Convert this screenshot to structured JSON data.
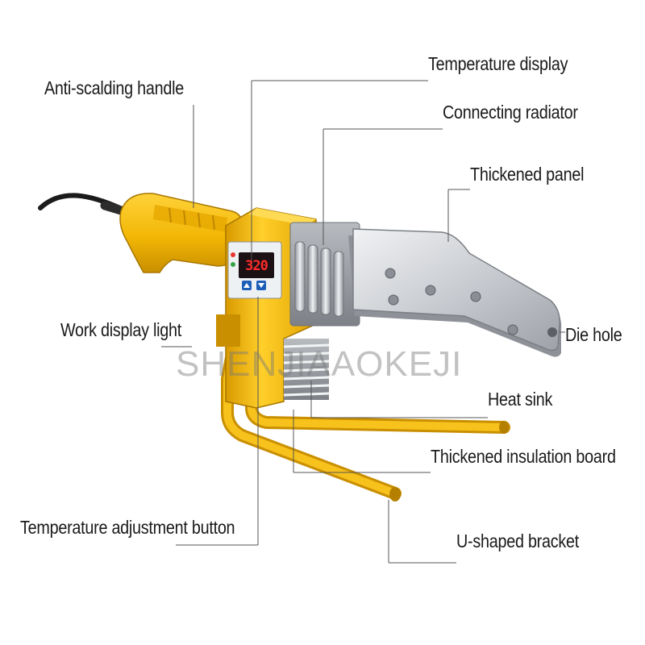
{
  "labels": {
    "temperature_display": "Temperature display",
    "anti_scalding_handle": "Anti-scalding handle",
    "connecting_radiator": "Connecting radiator",
    "thickened_panel": "Thickened panel",
    "work_display_light": "Work display light",
    "die_hole": "Die hole",
    "heat_sink": "Heat sink",
    "thickened_insulation_board": "Thickened insulation board",
    "temperature_adjustment_button": "Temperature adjustment button",
    "u_shaped_bracket": "U-shaped bracket"
  },
  "watermark": "SHENJIAAOKEJI",
  "display_reading": "320",
  "colors": {
    "body_yellow": "#f2b705",
    "body_shadow": "#c98f00",
    "metal": "#c9ccd1",
    "leader_line": "#555555"
  }
}
